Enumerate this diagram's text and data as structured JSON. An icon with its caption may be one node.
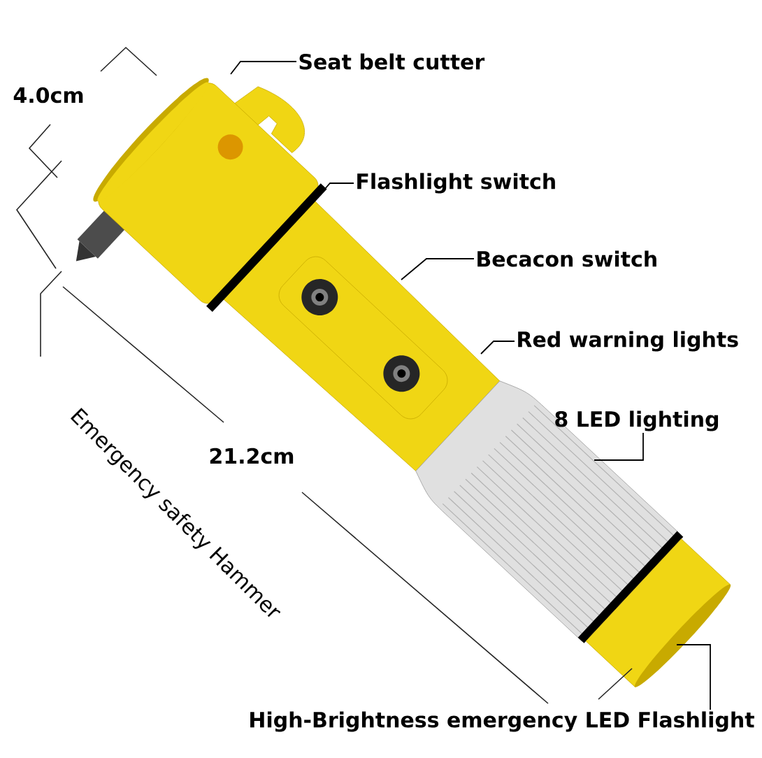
{
  "diagram": {
    "nodes": [
      {
        "text": [
          "Seat belt cutter"
        ]
      },
      {
        "text": [
          "Flashlight switch"
        ]
      },
      {
        "text": [
          "Becacon switch"
        ]
      },
      {
        "text": [
          "Red warning lights"
        ]
      },
      {
        "text": [
          "8 LED lighting"
        ]
      },
      {
        "text": [
          "High-Brightness emergency LED Flashlight"
        ]
      }
    ],
    "edges": [
      {
        "from": 0,
        "to": null,
        "arrow": "none"
      },
      {
        "from": 1,
        "to": null,
        "arrow": "none"
      },
      {
        "from": 2,
        "to": null,
        "arrow": "none"
      },
      {
        "from": 3,
        "to": null,
        "arrow": "none"
      },
      {
        "from": 4,
        "to": null,
        "arrow": "none"
      },
      {
        "from": 5,
        "to": null,
        "arrow": "none"
      }
    ],
    "labels": [
      "4.0cm",
      "21.2cm",
      "Emergency safety Hammer"
    ]
  }
}
